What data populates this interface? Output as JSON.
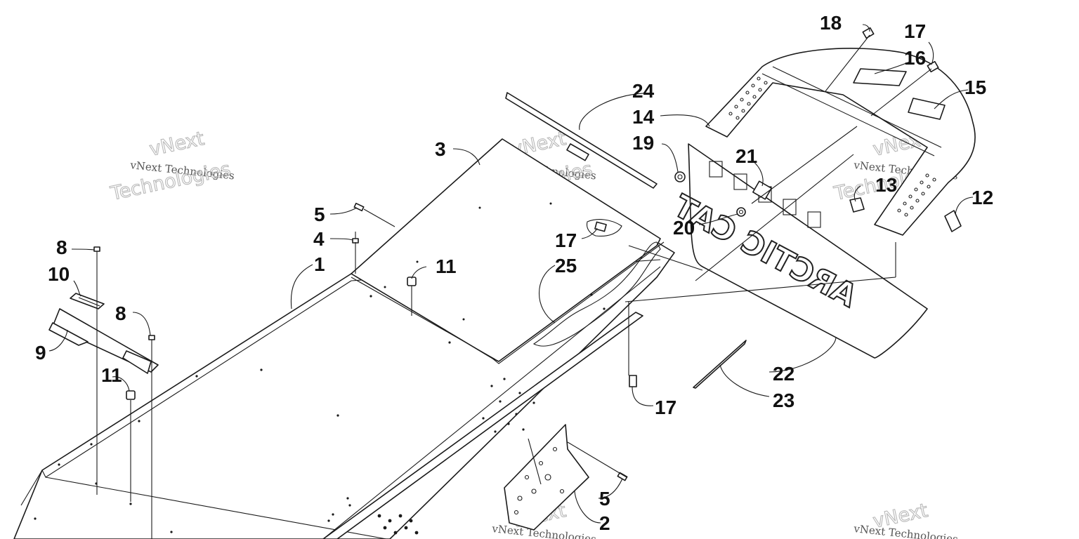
{
  "callouts": [
    {
      "id": "c1",
      "text": "1"
    },
    {
      "id": "c2",
      "text": "2"
    },
    {
      "id": "c3",
      "text": "3"
    },
    {
      "id": "c4",
      "text": "4"
    },
    {
      "id": "c5a",
      "text": "5"
    },
    {
      "id": "c5b",
      "text": "5"
    },
    {
      "id": "c8a",
      "text": "8"
    },
    {
      "id": "c8b",
      "text": "8"
    },
    {
      "id": "c9",
      "text": "9"
    },
    {
      "id": "c10",
      "text": "10"
    },
    {
      "id": "c11a",
      "text": "11"
    },
    {
      "id": "c11b",
      "text": "11"
    },
    {
      "id": "c12",
      "text": "12"
    },
    {
      "id": "c13",
      "text": "13"
    },
    {
      "id": "c14",
      "text": "14"
    },
    {
      "id": "c15",
      "text": "15"
    },
    {
      "id": "c16",
      "text": "16"
    },
    {
      "id": "c17a",
      "text": "17"
    },
    {
      "id": "c17b",
      "text": "17"
    },
    {
      "id": "c17c",
      "text": "17"
    },
    {
      "id": "c18",
      "text": "18"
    },
    {
      "id": "c19",
      "text": "19"
    },
    {
      "id": "c20",
      "text": "20"
    },
    {
      "id": "c21",
      "text": "21"
    },
    {
      "id": "c22",
      "text": "22"
    },
    {
      "id": "c23",
      "text": "23"
    },
    {
      "id": "c24",
      "text": "24"
    },
    {
      "id": "c25",
      "text": "25"
    }
  ],
  "embossed_text": "ARCTIC CAT",
  "watermark": {
    "line1": "vNext Technologies",
    "line2_big": "Technologies",
    "line3_big": "vNext"
  },
  "colors": {
    "ink": "#1a1a1a",
    "background": "#ffffff",
    "watermark": "#b8b8b8"
  }
}
